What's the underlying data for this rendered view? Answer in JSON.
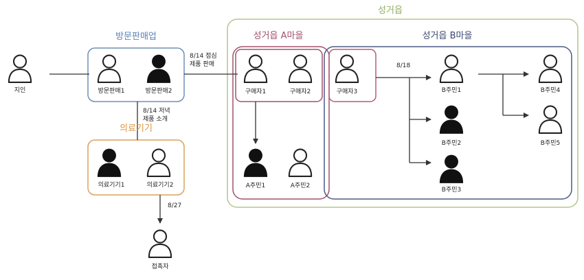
{
  "groups": {
    "sales": "방문판매업",
    "medical": "의료기기",
    "town": "성거읍",
    "village_a": "성거읍 A마을",
    "village_b": "성거읍 B마을"
  },
  "people": {
    "acquaintance": "지인",
    "sales1": "방문판매1",
    "sales2": "방문판매2",
    "medical1": "의료기기1",
    "medical2": "의료기기2",
    "contact": "접촉자",
    "buyer1": "구매자1",
    "buyer2": "구매자2",
    "buyer3": "구매자3",
    "a_resident1": "A주민1",
    "a_resident2": "A주민2",
    "b_resident1": "B주민1",
    "b_resident2": "B주민2",
    "b_resident3": "B주민3",
    "b_resident4": "B주민4",
    "b_resident5": "B주민5"
  },
  "edges": {
    "sales_to_buyers": [
      "8/14 점심",
      "제품 판매"
    ],
    "sales_to_medical": [
      "8/14 저녁",
      "제품 소개"
    ],
    "medical_to_contact": "8/27",
    "buyer3_to_b": "8/18"
  },
  "colors": {
    "sales": "#6f8fb8",
    "medical": "#d9a25a",
    "town": "#b3c58c",
    "village_a": "#a2506a",
    "village_b": "#4a5a80",
    "buyer3": "#b75a78",
    "line": "#333333"
  },
  "icons": {
    "confirmed": "person-filled-icon",
    "not_confirmed": "person-outline-icon"
  }
}
